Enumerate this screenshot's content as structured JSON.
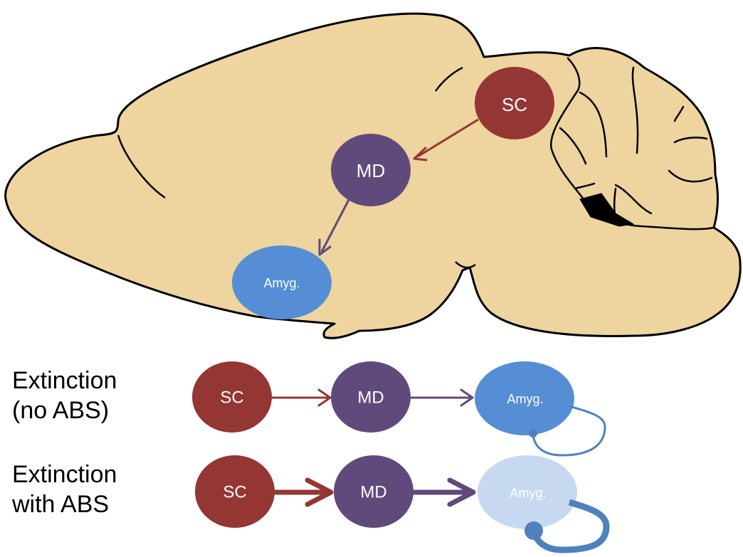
{
  "figure": {
    "brain_fill": "#eed49e",
    "brain_outline": "#000000",
    "top_circuit": {
      "nodes": [
        {
          "id": "sc",
          "label": "SC",
          "color": "#943634"
        },
        {
          "id": "md",
          "label": "MD",
          "color": "#604a7b"
        },
        {
          "id": "amyg",
          "label": "Amyg.",
          "color": "#558ed5"
        }
      ],
      "edges": [
        {
          "from": "SC",
          "to": "MD",
          "color": "#943634"
        },
        {
          "from": "MD",
          "to": "Amyg.",
          "color": "#604a7b"
        }
      ]
    },
    "rows": [
      {
        "label_line1": "Extinction",
        "label_line2": "(no ABS)",
        "nodes": [
          {
            "label": "SC",
            "color": "#943634"
          },
          {
            "label": "MD",
            "color": "#604a7b"
          },
          {
            "label": "Amyg.",
            "color": "#558ed5"
          }
        ],
        "arrow_weight": "thin",
        "self_loop_color": "#4f81bd",
        "self_loop_weight": "thin"
      },
      {
        "label_line1": "Extinction",
        "label_line2": "with ABS",
        "nodes": [
          {
            "label": "SC",
            "color": "#943634"
          },
          {
            "label": "MD",
            "color": "#604a7b"
          },
          {
            "label": "Amyg.",
            "color": "#c6d9f1"
          }
        ],
        "arrow_weight": "thick",
        "self_loop_color": "#4f81bd",
        "self_loop_weight": "thick"
      }
    ]
  }
}
